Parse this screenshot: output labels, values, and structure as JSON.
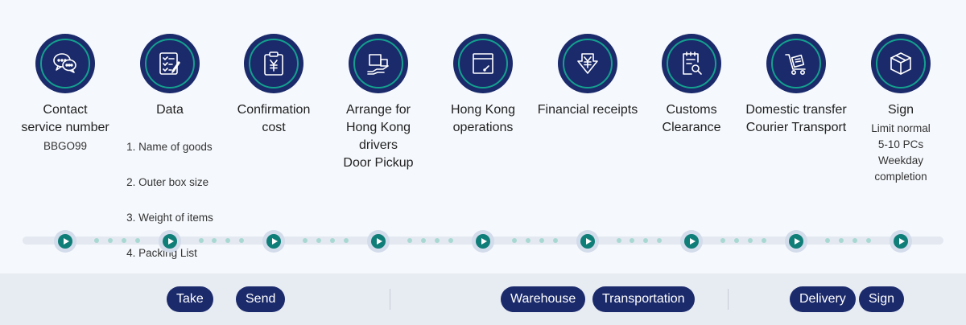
{
  "steps": [
    {
      "icon": "chat-icon",
      "title": "Contact\nservice number",
      "sub": "BBGO99"
    },
    {
      "icon": "checklist-icon",
      "title": "Data",
      "list": [
        "1. Name of goods",
        "2. Outer box size",
        "3. Weight of items",
        "4. Packing List"
      ]
    },
    {
      "icon": "clipboard-yen-icon",
      "title": "Confirmation\ncost"
    },
    {
      "icon": "box-hand-icon",
      "title": "Arrange for\nHong Kong\ndrivers\nDoor Pickup"
    },
    {
      "icon": "window-icon",
      "title": "Hong Kong\noperations"
    },
    {
      "icon": "yen-down-icon",
      "title": "Financial receipts"
    },
    {
      "icon": "document-search-icon",
      "title": "Customs\nClearance"
    },
    {
      "icon": "hand-truck-icon",
      "title": "Domestic transfer\nCourier Transport"
    },
    {
      "icon": "package-cube-icon",
      "title": "Sign",
      "sub": "Limit normal\n5-10 PCs\nWeekday\ncompletion"
    }
  ],
  "phases": [
    "Take",
    "Send",
    "Warehouse",
    "Transportation",
    "Delivery",
    "Sign"
  ]
}
